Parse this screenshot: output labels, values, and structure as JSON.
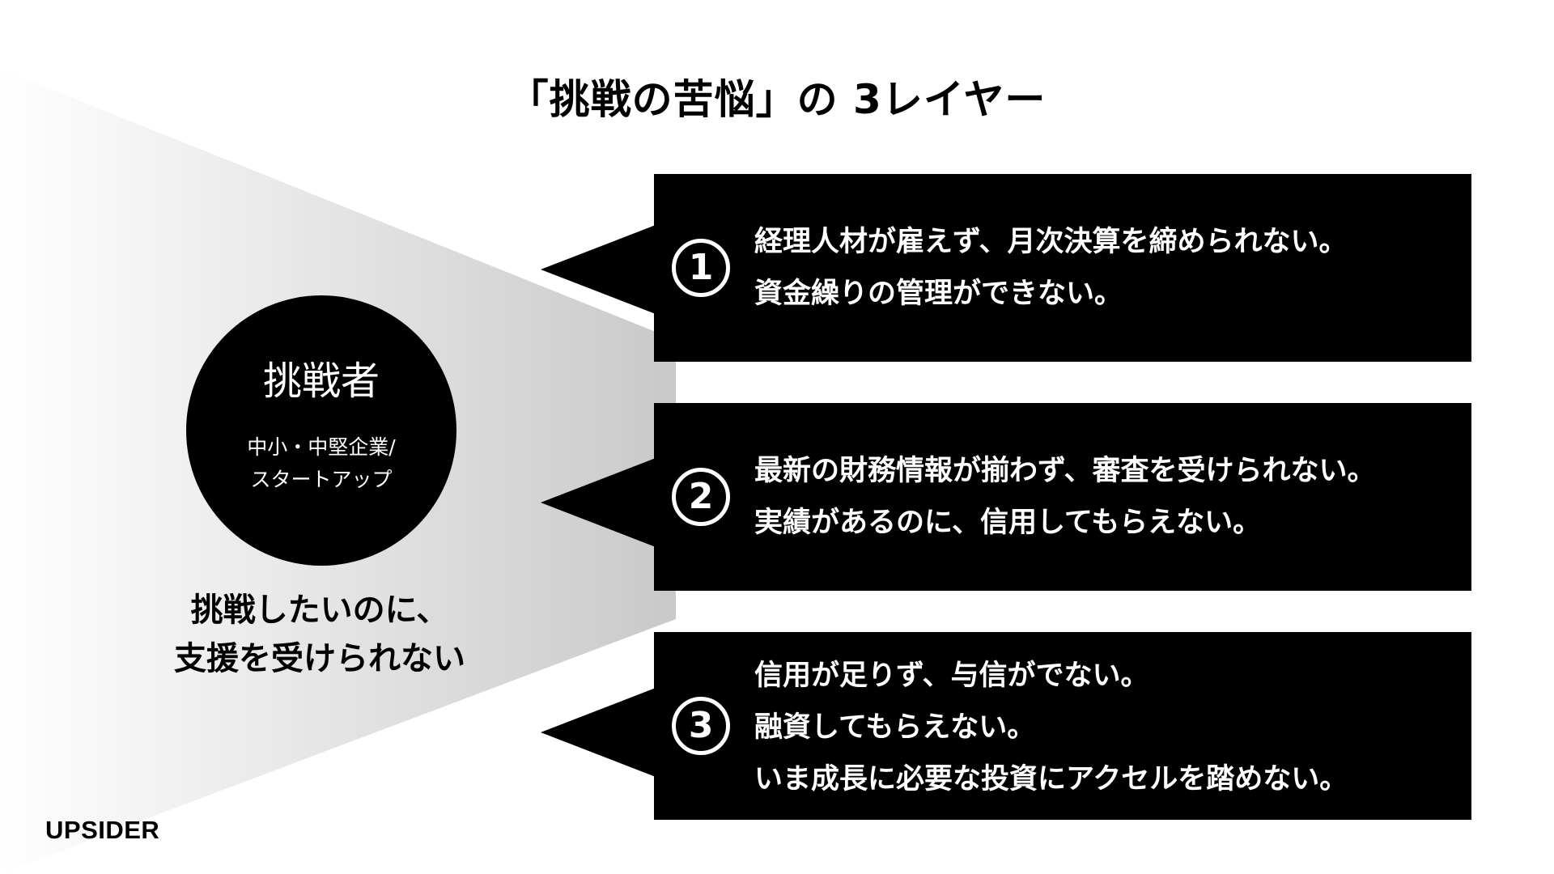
{
  "slide": {
    "title": "「挑戦の苦悩」の 3レイヤー"
  },
  "challenger": {
    "title": "挑戦者",
    "subtitle_line1": "中小・中堅企業/",
    "subtitle_line2": "スタートアップ"
  },
  "caption": {
    "line1": "挑戦したいのに、",
    "line2": "支援を受けられない"
  },
  "layers": [
    {
      "number": "1",
      "lines": [
        "経理人材が雇えず、月次決算を締められない。",
        "資金繰りの管理ができない。"
      ]
    },
    {
      "number": "2",
      "lines": [
        "最新の財務情報が揃わず、審査を受けられない。",
        "実績があるのに、信用してもらえない。"
      ]
    },
    {
      "number": "3",
      "lines": [
        "信用が足りず、与信がでない。",
        "融資してもらえない。",
        "いま成長に必要な投資にアクセルを踏めない。"
      ]
    }
  ],
  "brand": {
    "logo_text": "UPSIDER"
  },
  "colors": {
    "background": "#ffffff",
    "box": "#000000",
    "box_text": "#ffffff",
    "wedge_light": "#f4f4f4",
    "wedge_dark": "#c9c9c9"
  }
}
